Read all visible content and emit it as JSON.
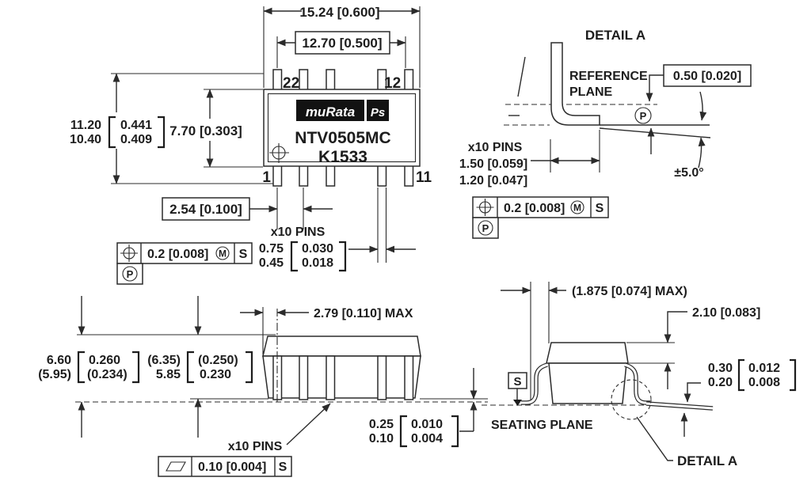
{
  "drawing": {
    "top_view": {
      "dim_outer_width": "15.24 [0.600]",
      "dim_pin_span": "12.70 [0.500]",
      "dim_total_height_mm_max": "11.20",
      "dim_total_height_mm_min": "10.40",
      "dim_total_height_in_max": "0.441",
      "dim_total_height_in_min": "0.409",
      "dim_body_height": "7.70 [0.303]",
      "pin_label_22": "22",
      "pin_label_12": "12",
      "pin_label_1": "1",
      "pin_label_11": "11",
      "logo_text": "muRata",
      "logo_suffix": "Ps",
      "part_number": "NTV0505MC",
      "date_code": "K1533",
      "dim_pin_pitch": "2.54 [0.100]",
      "pins_note": "x10 PINS",
      "dim_pin_width_mm_max": "0.75",
      "dim_pin_width_mm_min": "0.45",
      "dim_pin_width_in_max": "0.030",
      "dim_pin_width_in_min": "0.018",
      "position_tolerance": "0.2 [0.008]",
      "material_modifier": "M",
      "datum_s": "S",
      "datum_p": "P"
    },
    "detail_a": {
      "title": "DETAIL A",
      "reference_plane_line1": "REFERENCE",
      "reference_plane_line2": "PLANE",
      "dim_standoff": "0.50 [0.020]",
      "datum_p": "P",
      "pins_note": "x10 PINS",
      "dim_foot_mm_max": "1.50 [0.059]",
      "dim_foot_mm_min": "1.20 [0.047]",
      "angle_tolerance": "±5.0°",
      "position_tolerance": "0.2 [0.008]",
      "material_modifier": "M",
      "datum_s": "S",
      "datum_p2": "P"
    },
    "side_view": {
      "dim_height_seated_mm_max": "6.60",
      "dim_height_seated_mm_min": "(5.95)",
      "dim_height_seated_in_max": "0.260",
      "dim_height_seated_in_min": "(0.234)",
      "dim_height_body_mm_max": "(6.35)",
      "dim_height_body_mm_min": "5.85",
      "dim_height_body_in_max": "(0.250)",
      "dim_height_body_in_min": "0.230",
      "dim_end_clearance": "2.79 [0.110] MAX",
      "pins_note": "x10 PINS",
      "dim_standoff_mm_max": "0.25",
      "dim_standoff_mm_min": "0.10",
      "dim_standoff_in_max": "0.010",
      "dim_standoff_in_min": "0.004",
      "flatness_tolerance": "0.10 [0.004]",
      "datum_s": "S"
    },
    "end_view": {
      "dim_lead_span": "(1.875 [0.074] MAX)",
      "dim_lid_height": "2.10 [0.083]",
      "dim_lead_thickness_mm_max": "0.30",
      "dim_lead_thickness_mm_min": "0.20",
      "dim_lead_thickness_in_max": "0.012",
      "dim_lead_thickness_in_min": "0.008",
      "datum_s": "S",
      "seating_plane_label": "SEATING PLANE",
      "detail_a_label": "DETAIL A"
    }
  },
  "colors": {
    "line": "#2b2b2b",
    "text": "#1d1d1d",
    "logo_bg": "#121212",
    "background": "#ffffff"
  }
}
